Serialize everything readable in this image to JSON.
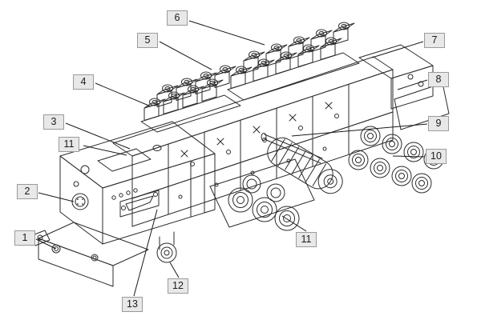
{
  "figure": {
    "background_color": "#ffffff",
    "line_color": "#2b2b2b",
    "callout_box_color": "#e8e8e8",
    "callout_border_color": "#9a9a9a",
    "callout_text_color": "#1a1a1a"
  },
  "callouts": [
    {
      "label": "1"
    },
    {
      "label": "2"
    },
    {
      "label": "3"
    },
    {
      "label": "4"
    },
    {
      "label": "5"
    },
    {
      "label": "6"
    },
    {
      "label": "7"
    },
    {
      "label": "8"
    },
    {
      "label": "9"
    },
    {
      "label": "10"
    },
    {
      "label": "11"
    },
    {
      "label": "11"
    },
    {
      "label": "12"
    },
    {
      "label": "13"
    }
  ]
}
